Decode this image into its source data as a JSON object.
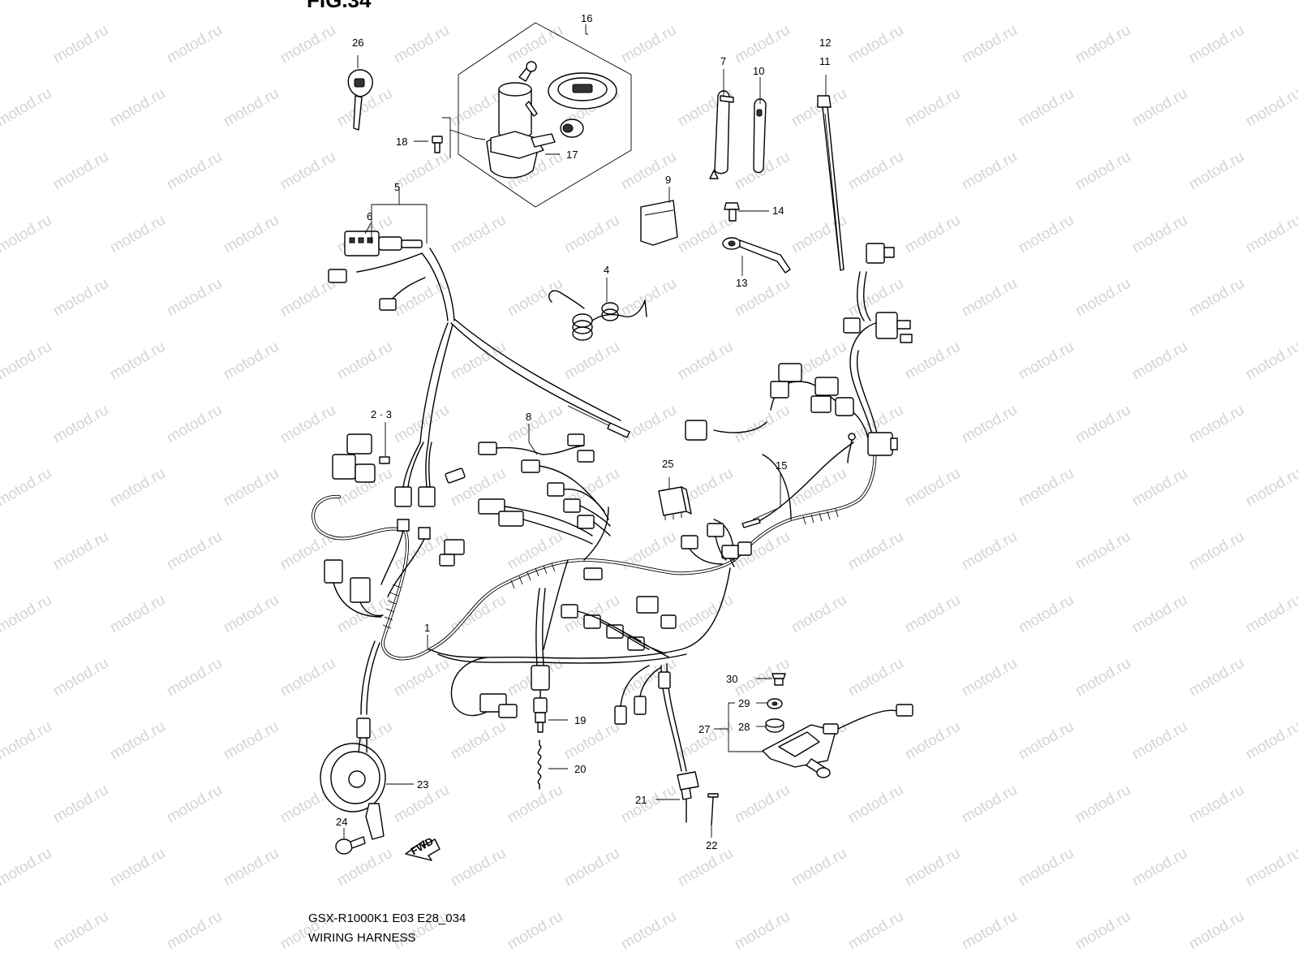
{
  "figure_title": "FIG.34",
  "caption": {
    "model": "GSX-R1000K1 E03 E28_034",
    "name": "WIRING HARNESS"
  },
  "watermark": "motod.ru",
  "fwd_mark": "FWD",
  "callouts": {
    "c1": "1",
    "c2_3": "2 · 3",
    "c4": "4",
    "c5": "5",
    "c6": "6",
    "c7": "7",
    "c8": "8",
    "c9": "9",
    "c10": "10",
    "c11": "11",
    "c12": "12",
    "c13": "13",
    "c14": "14",
    "c15": "15",
    "c16": "16",
    "c17": "17",
    "c18": "18",
    "c19": "19",
    "c20": "20",
    "c21": "21",
    "c22": "22",
    "c23": "23",
    "c24": "24",
    "c25": "25",
    "c26": "26",
    "c27": "27",
    "c28": "28",
    "c29": "29",
    "c30": "30"
  }
}
